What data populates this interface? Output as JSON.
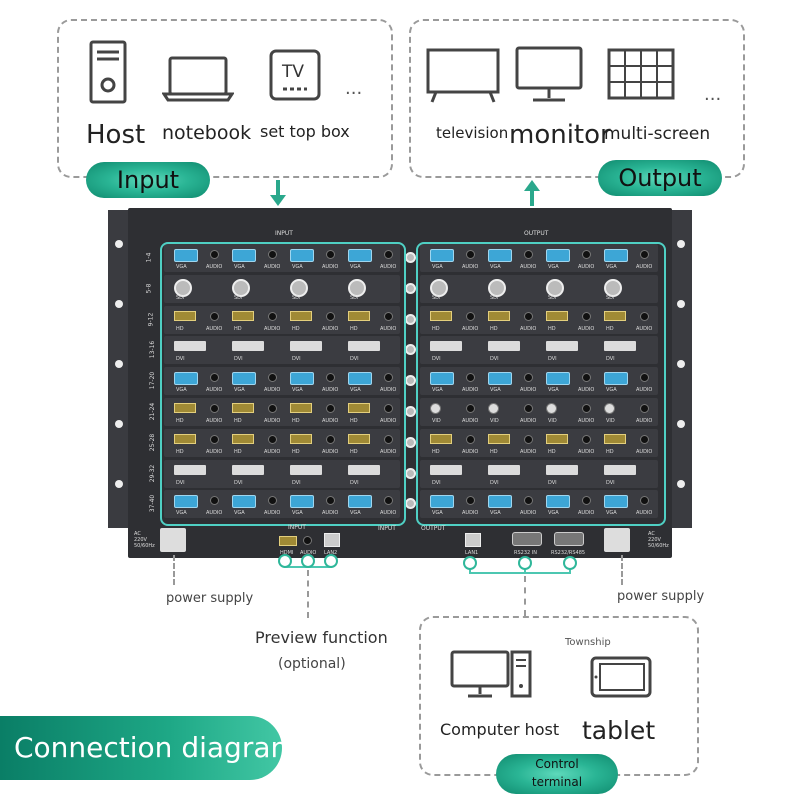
{
  "input_box": {
    "items": [
      "Host",
      "notebook",
      "set top box"
    ],
    "ellipsis": "...",
    "tv_glyph": "TV",
    "pill": "Input"
  },
  "output_box": {
    "items": [
      "television",
      "monitor",
      "multi-screen"
    ],
    "ellipsis": "...",
    "pill": "Output"
  },
  "rack": {
    "input_header": "INPUT",
    "output_header": "OUTPUT",
    "row_labels": [
      "1-4",
      "5-8",
      "9-12",
      "13-16",
      "17-20",
      "21-24",
      "25-28",
      "29-32",
      "37-40"
    ],
    "input_rows": [
      "VGA",
      "SDI",
      "HD",
      "DVI",
      "VGA",
      "HD",
      "HD",
      "DVI",
      "VGA"
    ],
    "output_rows": [
      "VGA",
      "SDI",
      "HD",
      "DVI",
      "VGA",
      "VID",
      "HD",
      "DVI",
      "VGA"
    ],
    "audio_label": "AUDIO",
    "bottom": {
      "input_group": "INPUT",
      "hdmi": "HDMI",
      "audio": "AUDIO",
      "lan2": "LAN2",
      "input": "INPUT",
      "output": "OUTPUT",
      "lan1": "LAN1",
      "rs232_in": "RS232 IN",
      "rs232_rs485": "RS232/RS485",
      "ac_left": "AC 220V 50/60Hz",
      "ac_right": "AC 220V 50/60Hz"
    }
  },
  "labels": {
    "power_left": "power supply",
    "power_right": "power supply",
    "preview": "Preview function",
    "preview_optional": "(optional)"
  },
  "control_box": {
    "township": "Township",
    "computer": "Computer host",
    "tablet": "tablet",
    "pill_line1": "Control",
    "pill_line2": "terminal"
  },
  "banner": "Connection diagram",
  "colors": {
    "accent": "#2ab595",
    "highlight": "#4fd0c4",
    "rack": "#2e2f33"
  }
}
